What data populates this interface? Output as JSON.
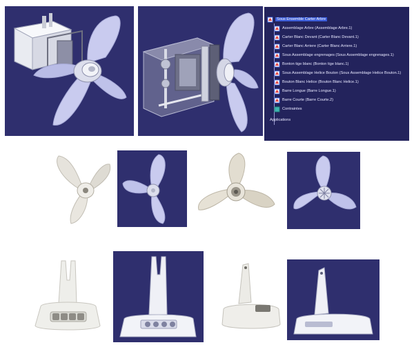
{
  "tree": {
    "root": "Sous Ensemble Carter Arbre",
    "items": [
      {
        "label": "Assemblage Arbre (Assemblage Arbre.1)"
      },
      {
        "label": "Carter Blanc Devant (Carter Blanc Devant.1)"
      },
      {
        "label": "Carter Blanc Arriere (Carter Blanc Arriere.1)"
      },
      {
        "label": "Sous Assemblage engrenages (Sous Assemblage engrenages.1)"
      },
      {
        "label": "Bonton tige blanc (Bonton tige blanc.1)"
      },
      {
        "label": "Sous Assemblage Helice Bouton (Sous Assemblage Helice Bouton.1)"
      },
      {
        "label": "Bouton Blanc Helice (Bouton Blanc Helice.1)"
      },
      {
        "label": "Barre Longue (Barre Longue.1)"
      },
      {
        "label": "Barre Courte (Barre Courte.2)"
      },
      {
        "label": "Contraintes"
      },
      {
        "label": "Applications"
      }
    ]
  },
  "colors": {
    "viewport_bg": "#2f2f6e",
    "tree_bg": "#23235c",
    "selection": "#3a5bd8",
    "blade_cad": "#c9cbef",
    "plastic_photo": "#e6e3dc"
  },
  "icons": {
    "assembly": "product-icon",
    "part": "part-icon",
    "constraints": "constraints-icon"
  }
}
